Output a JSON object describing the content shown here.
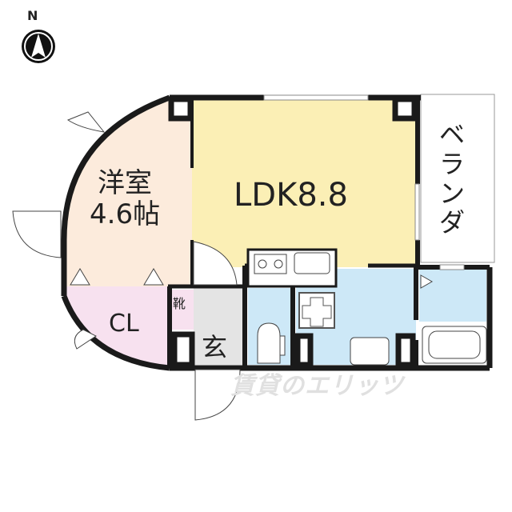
{
  "compass": {
    "label": "N",
    "icon": "north-arrow-icon"
  },
  "rooms": {
    "western_room": {
      "name": "洋室",
      "size": "4.6帖",
      "color": "#fcebdc"
    },
    "ldk": {
      "label": "LDK8.8",
      "color": "#fbefb5"
    },
    "veranda": {
      "label": "ベランダ",
      "color": "#ffffff"
    },
    "closet": {
      "label": "CL",
      "color": "#f7e1ef"
    },
    "shoe_storage": {
      "label": "靴",
      "color": "#f7e1ef"
    },
    "entrance": {
      "label": "玄",
      "color": "#e4e4e4"
    },
    "toilet": {
      "color": "#cde8f7"
    },
    "washroom": {
      "color": "#cde8f7"
    },
    "bathroom": {
      "color": "#cde8f7"
    }
  },
  "fixtures": [
    "stove",
    "kitchen-sink",
    "washing-machine-space",
    "toilet",
    "wash-basin",
    "bathtub"
  ],
  "watermark": {
    "text": "賃貸のエリッツ",
    "logo": "エリッツ-logo"
  },
  "colors": {
    "wall": "#1a1a1a",
    "line": "#555555"
  }
}
